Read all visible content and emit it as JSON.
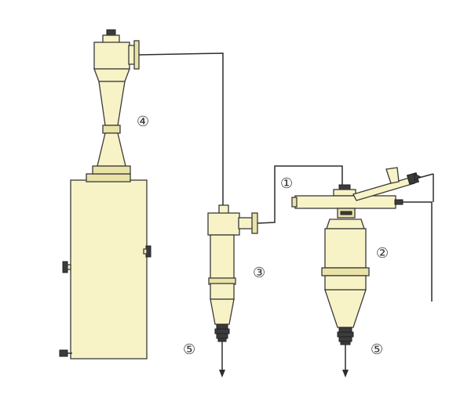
{
  "labels": {
    "l1": "①",
    "l2": "②",
    "l3": "③",
    "l4": "④",
    "l5a": "⑤",
    "l5b": "⑤"
  },
  "colors": {
    "equipment": "#f7f3c6",
    "outline": "#3a3a3a"
  }
}
